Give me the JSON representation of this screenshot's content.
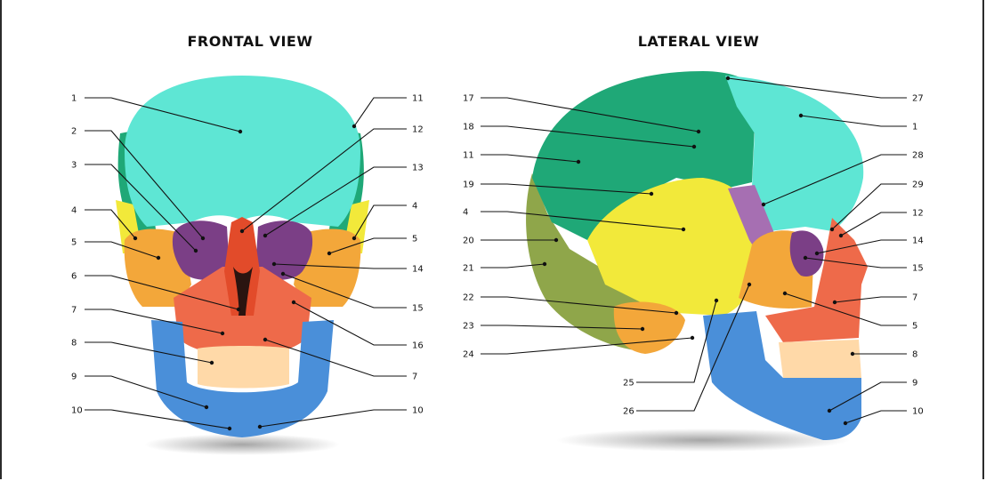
{
  "frontal": {
    "title": "FRONTAL VIEW",
    "left_labels": [
      "1",
      "2",
      "3",
      "4",
      "5",
      "6",
      "7",
      "8",
      "9",
      "10"
    ],
    "right_labels": [
      "11",
      "12",
      "13",
      "4",
      "5",
      "14",
      "15",
      "16",
      "7",
      "10"
    ]
  },
  "lateral": {
    "title": "LATERAL VIEW",
    "left_labels": [
      "17",
      "18",
      "11",
      "19",
      "4",
      "20",
      "21",
      "22",
      "23",
      "24"
    ],
    "bottom_labels": [
      "25",
      "26"
    ],
    "right_labels": [
      "27",
      "1",
      "28",
      "29",
      "12",
      "14",
      "15",
      "7",
      "5",
      "8",
      "9",
      "10"
    ]
  },
  "colors": {
    "frontal_bone": "#5ee6d4",
    "parietal": "#1fa877",
    "sphenoid": "#7b3f86",
    "zygomatic": "#f3a73a",
    "temporal": "#f2e93a",
    "maxilla": "#ee6a4a",
    "nasal": "#e24b2a",
    "mandible": "#4a8fd9",
    "teeth": "#ffd9a8",
    "occipital": "#8fa64a"
  }
}
